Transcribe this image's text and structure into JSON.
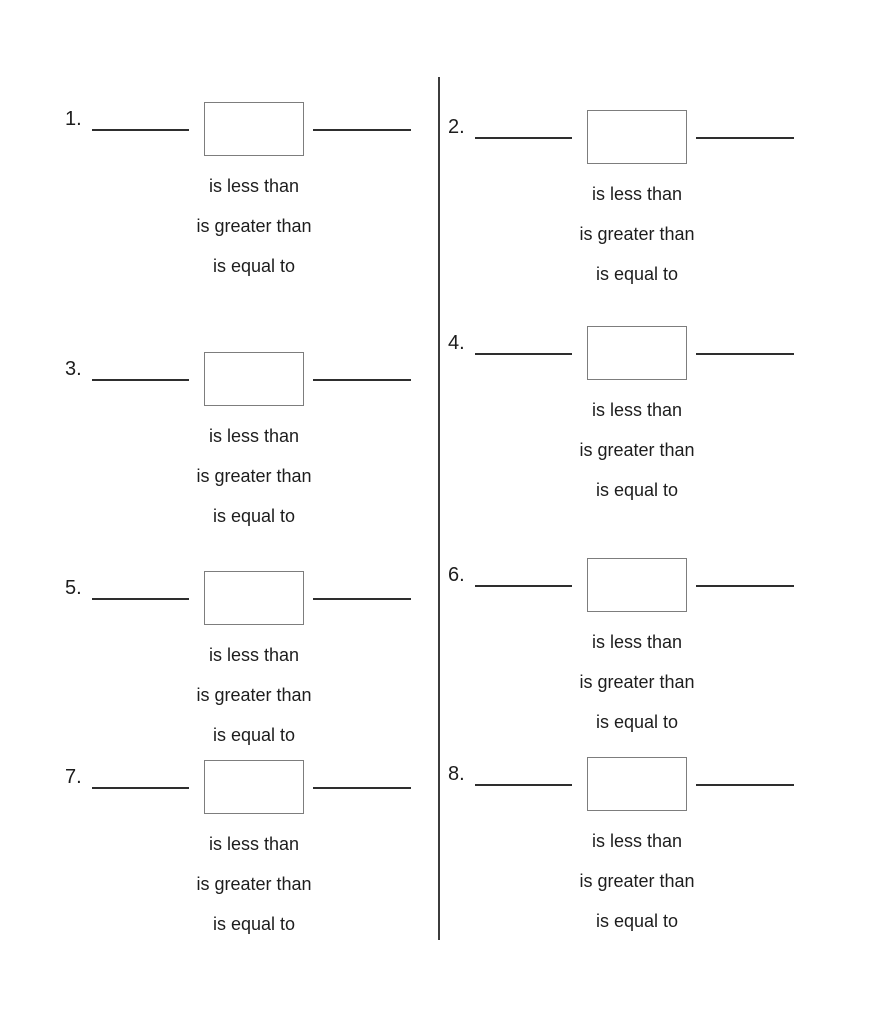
{
  "worksheet": {
    "divider_color": "#3c3c3c",
    "text_color": "#1d1d1d",
    "box_border_color": "#7d7d7d",
    "blank_line_color": "#2e2e2e",
    "page_bg": "#ffffff"
  },
  "options": [
    "is less than",
    "is greater than",
    "is equal to"
  ],
  "problems": [
    {
      "number": "1."
    },
    {
      "number": "2."
    },
    {
      "number": "3."
    },
    {
      "number": "4."
    },
    {
      "number": "5."
    },
    {
      "number": "6."
    },
    {
      "number": "7."
    },
    {
      "number": "8."
    }
  ]
}
